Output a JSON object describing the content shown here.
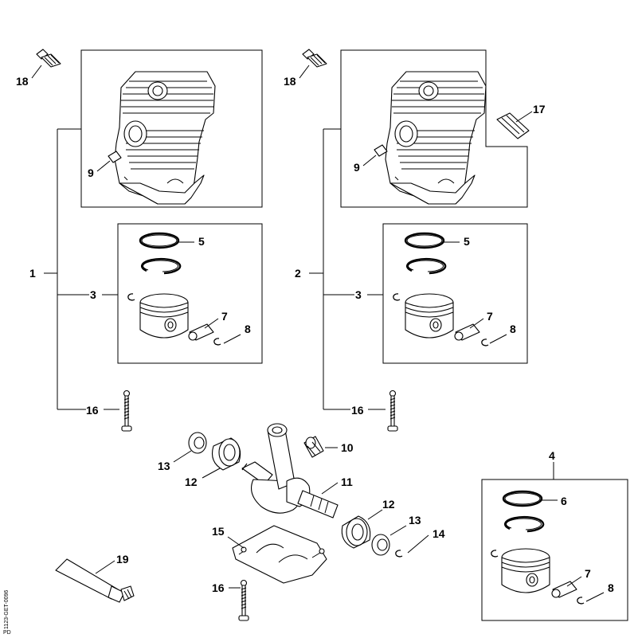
{
  "labels": {
    "l1": "1",
    "l2": "2",
    "l3a": "3",
    "l3b": "3",
    "l4": "4",
    "l5a": "5",
    "l5b": "5",
    "l6": "6",
    "l7a": "7",
    "l7b": "7",
    "l7c": "7",
    "l8a": "8",
    "l8b": "8",
    "l8c": "8",
    "l9a": "9",
    "l9b": "9",
    "l10": "10",
    "l11": "11",
    "l12a": "12",
    "l12b": "12",
    "l13a": "13",
    "l13b": "13",
    "l14": "14",
    "l15": "15",
    "l16a": "16",
    "l16b": "16",
    "l16c": "16",
    "l17": "17",
    "l18a": "18",
    "l18b": "18",
    "l19": "19"
  },
  "side_code": "1123-GET-0096",
  "side_tag": "PD",
  "colors": {
    "line": "#000000",
    "background": "#ffffff"
  }
}
